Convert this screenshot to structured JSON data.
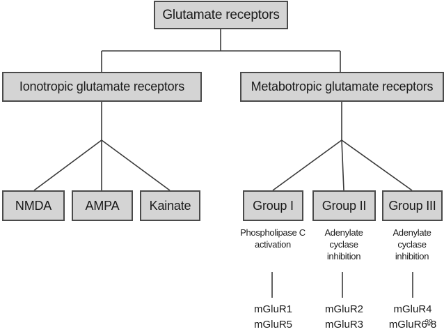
{
  "diagram": {
    "root": "Glutamate receptors",
    "ionotropic": {
      "title": "Ionotropic glutamate receptors",
      "children": [
        "NMDA",
        "AMPA",
        "Kainate"
      ]
    },
    "metabotropic": {
      "title": "Metabotropic glutamate receptors",
      "groups": [
        {
          "name": "Group I",
          "effect": [
            "Phospholipase C",
            "activation"
          ],
          "subtypes": [
            "mGluR1",
            "mGluR5"
          ]
        },
        {
          "name": "Group II",
          "effect": [
            "Adenylate",
            "cyclase",
            "inhibition"
          ],
          "subtypes": [
            "mGluR2",
            "mGluR3"
          ]
        },
        {
          "name": "Group III",
          "effect": [
            "Adenylate",
            "cyclase",
            "inhibition"
          ],
          "subtypes": [
            "mGluR4",
            "mGluR6-8"
          ]
        }
      ]
    }
  },
  "page_number": "39"
}
